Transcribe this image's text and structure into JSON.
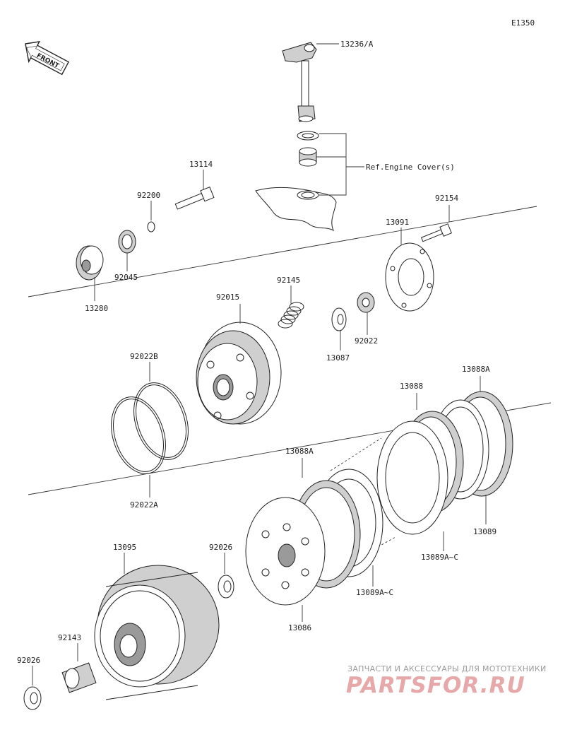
{
  "diagram": {
    "code": "E1350",
    "front_label": "FRONT",
    "ref_note": "Ref.Engine Cover(s)",
    "parts": [
      "13236/A",
      "13114",
      "92200",
      "92045",
      "13280",
      "92154",
      "13091",
      "92145",
      "13087",
      "92022",
      "92015",
      "92022B",
      "92022A",
      "13088A",
      "13088",
      "13088A",
      "13089",
      "13089A~C",
      "13089A~C",
      "13095",
      "92026",
      "13086",
      "92143",
      "92026"
    ]
  },
  "watermark": {
    "top_text": "ЗАПЧАСТИ И АКСЕССУАРЫ ДЛЯ МОТОТЕХНИКИ",
    "brand": "PARTSFOR.RU"
  }
}
